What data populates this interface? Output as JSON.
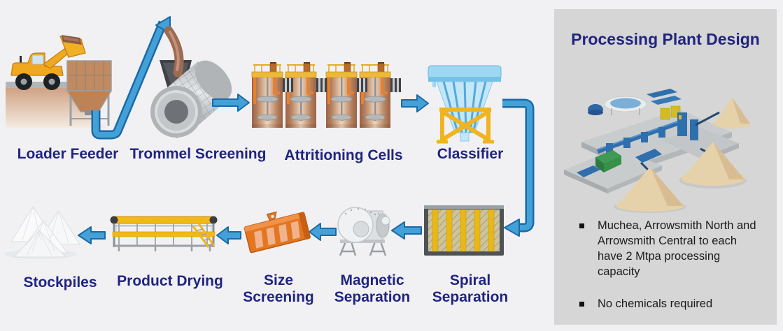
{
  "stages": {
    "loader_feeder": "Loader Feeder",
    "trommel_screening": "Trommel Screening",
    "attritioning_cells": "Attritioning Cells",
    "classifier": "Classifier",
    "spiral_separation": "Spiral Separation",
    "magnetic_separation": "Magnetic Separation",
    "size_screening": "Size Screening",
    "product_drying": "Product Drying",
    "stockpiles": "Stockpiles"
  },
  "panel": {
    "title": "Processing Plant Design",
    "bullets": [
      "Muchea, Arrowsmith North and Arrowsmith Central to each have 2 Mtpa processing capacity",
      "No chemicals required"
    ]
  },
  "colors": {
    "label_navy": "#212480",
    "arrow_blue": "#44a1d8",
    "arrow_outline": "#1a6aa8",
    "panel_bg": "#d6d6d6",
    "page_bg": "#f1f1f4"
  }
}
